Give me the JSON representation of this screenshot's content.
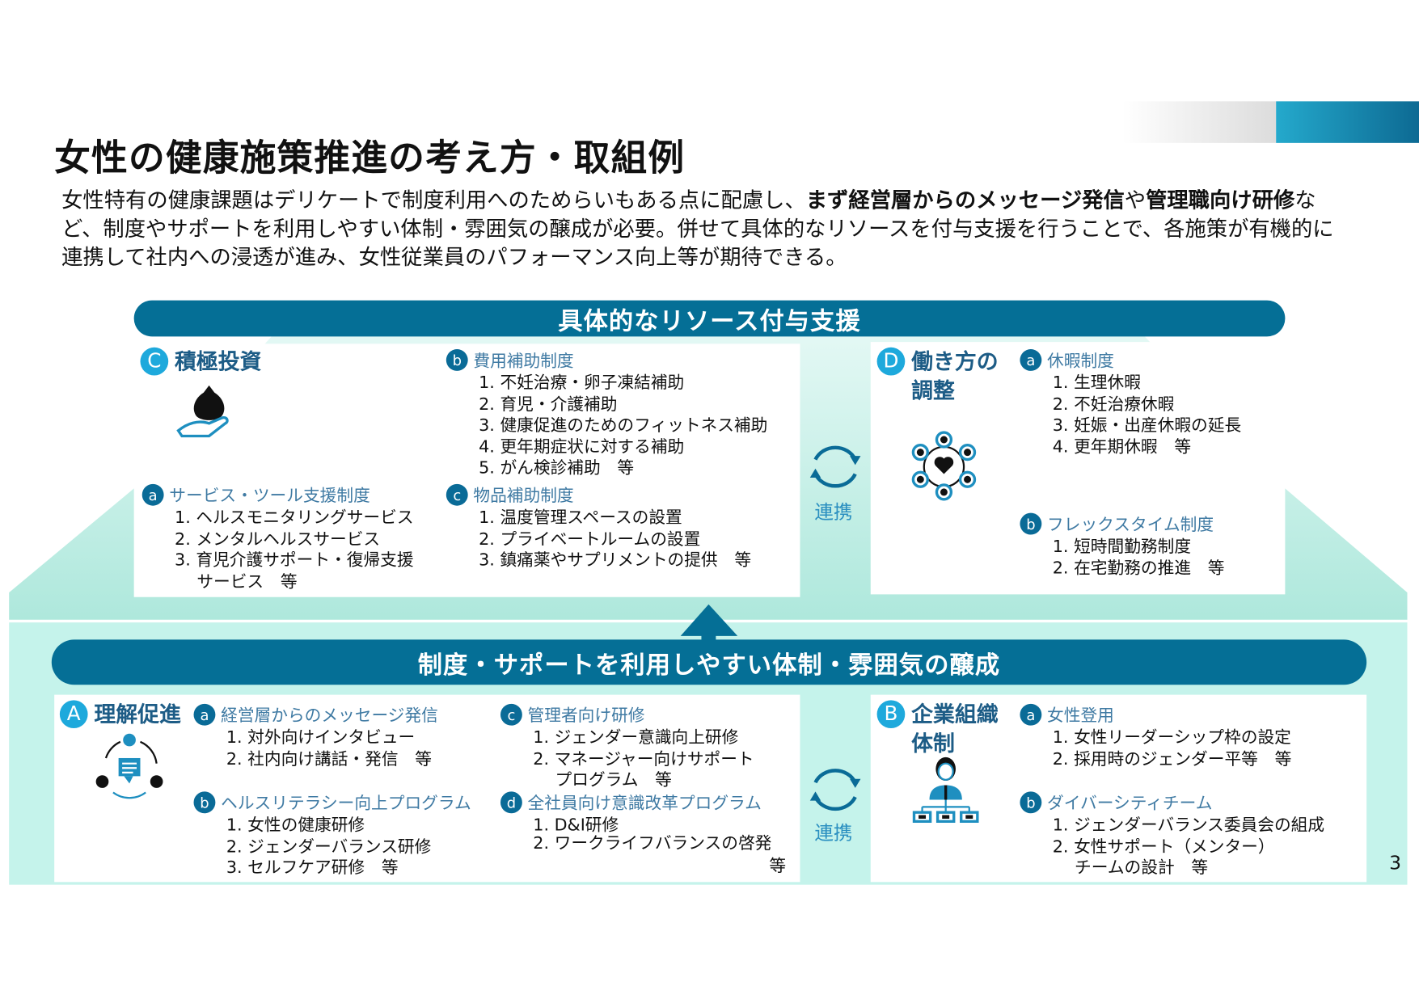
{
  "title": "女性の健康施策推進の考え方・取組例",
  "lead": {
    "part1": "女性特有の健康課題はデリケートで制度利用へのためらいもある点に配慮し、",
    "bold1": "まず経営層からのメッセージ発信",
    "part2": "や",
    "bold2": "管理職向け研修",
    "part3": "など、制度やサポートを利用しやすい体制・雰囲気の醸成が必要。併せて具体的なリソースを付与支援を行うことで、各施策が有機的に連携して社内への浸透が進み、女性従業員のパフォーマンス向上等が期待できる。"
  },
  "banner_top": "具体的なリソース付与支援",
  "banner_bottom": "制度・サポートを利用しやすい体制・雰囲気の醸成",
  "renkei": "連携",
  "page_number": "3",
  "colors": {
    "banner": "#056f96",
    "accent_circle": "#1ea9dc",
    "sub_circle": "#0a6b97",
    "mint": "#c3f2ea"
  },
  "categories": [
    {
      "id": "C",
      "letter": "C",
      "title_lines": [
        "積極投資"
      ],
      "icon": "money-bag-hand-icon"
    },
    {
      "id": "D",
      "letter": "D",
      "title_lines": [
        "働き方の",
        "調整"
      ],
      "icon": "network-people-icon"
    },
    {
      "id": "A",
      "letter": "A",
      "title_lines": [
        "理解促進"
      ],
      "icon": "communication-cycle-icon"
    },
    {
      "id": "B",
      "letter": "B",
      "title_lines": [
        "企業組織",
        "体制"
      ],
      "icon": "org-chart-person-icon"
    }
  ],
  "sections": [
    {
      "id": "Cb",
      "letter": "b",
      "title": "費用補助制度",
      "items": [
        "1. 不妊治療・卵子凍結補助",
        "2. 育児・介護補助",
        "3. 健康促進のためのフィットネス補助",
        "4. 更年期症状に対する補助",
        "5. がん検診補助　等"
      ]
    },
    {
      "id": "Ca",
      "letter": "a",
      "title": "サービス・ツール支援制度",
      "items": [
        "1. ヘルスモニタリングサービス",
        "2. メンタルヘルスサービス",
        "3. 育児介護サポート・復帰支援",
        "　 サービス　等"
      ]
    },
    {
      "id": "Cc",
      "letter": "c",
      "title": "物品補助制度",
      "items": [
        "1. 温度管理スペースの設置",
        "2. プライベートルームの設置",
        "3. 鎮痛薬やサプリメントの提供　等"
      ]
    },
    {
      "id": "Da",
      "letter": "a",
      "title": "休暇制度",
      "items": [
        "1. 生理休暇",
        "2. 不妊治療休暇",
        "3. 妊娠・出産休暇の延長",
        "4. 更年期休暇　等"
      ]
    },
    {
      "id": "Db",
      "letter": "b",
      "title": "フレックスタイム制度",
      "items": [
        "1. 短時間勤務制度",
        "2. 在宅勤務の推進　等"
      ]
    },
    {
      "id": "Aa",
      "letter": "a",
      "title": "経営層からのメッセージ発信",
      "items": [
        "1. 対外向けインタビュー",
        "2. 社内向け講話・発信　等"
      ]
    },
    {
      "id": "Ac",
      "letter": "c",
      "title": "管理者向け研修",
      "items": [
        "1. ジェンダー意識向上研修",
        "2. マネージャー向けサポート",
        "　 プログラム　等"
      ]
    },
    {
      "id": "Ab",
      "letter": "b",
      "title": "ヘルスリテラシー向上プログラム",
      "items": [
        "1. 女性の健康研修",
        "2. ジェンダーバランス研修",
        "3. セルフケア研修　等"
      ]
    },
    {
      "id": "Ad",
      "letter": "d",
      "title": "全社員向け意識改革プログラム",
      "items": [
        "1. D&I研修",
        "2. ワークライフバランスの啓発",
        "等"
      ]
    },
    {
      "id": "Ba",
      "letter": "a",
      "title": "女性登用",
      "items": [
        "1. 女性リーダーシップ枠の設定",
        "2. 採用時のジェンダー平等　等"
      ]
    },
    {
      "id": "Bb",
      "letter": "b",
      "title": "ダイバーシティチーム",
      "items": [
        "1. ジェンダーバランス委員会の組成",
        "2. 女性サポート（メンター）",
        "　 チームの設計　等"
      ]
    }
  ]
}
